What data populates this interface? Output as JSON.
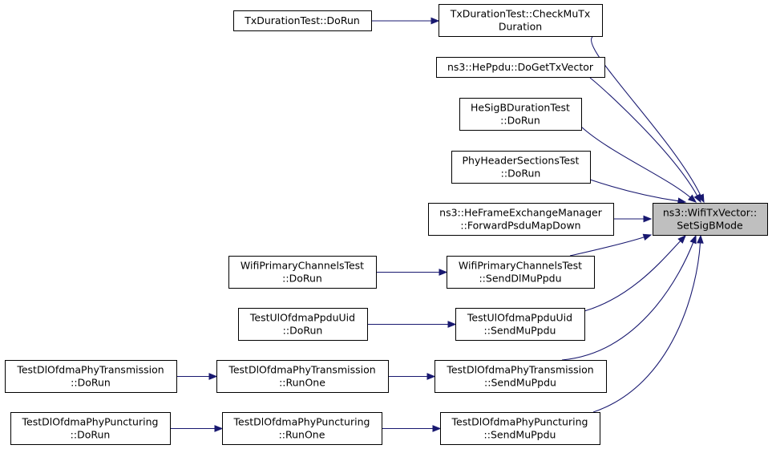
{
  "nodes": {
    "setsigbmode": [
      "ns3::WifiTxVector::",
      "SetSigBMode"
    ],
    "checkmutx": [
      "TxDurationTest::CheckMuTx",
      "Duration"
    ],
    "txdur_dorun": [
      "TxDurationTest::DoRun"
    ],
    "heppdu": [
      "ns3::HePpdu::DoGetTxVector"
    ],
    "hesigb": [
      "HeSigBDurationTest",
      "::DoRun"
    ],
    "phyheader": [
      "PhyHeaderSectionsTest",
      "::DoRun"
    ],
    "heframe": [
      "ns3::HeFrameExchangeManager",
      "::ForwardPsduMapDown"
    ],
    "wifiprim_send": [
      "WifiPrimaryChannelsTest",
      "::SendDlMuPpdu"
    ],
    "wifiprim_dorun": [
      "WifiPrimaryChannelsTest",
      "::DoRun"
    ],
    "ulofdma_send": [
      "TestUlOfdmaPpduUid",
      "::SendMuPpdu"
    ],
    "ulofdma_dorun": [
      "TestUlOfdmaPpduUid",
      "::DoRun"
    ],
    "dltx_send": [
      "TestDlOfdmaPhyTransmission",
      "::SendMuPpdu"
    ],
    "dltx_runone": [
      "TestDlOfdmaPhyTransmission",
      "::RunOne"
    ],
    "dltx_dorun": [
      "TestDlOfdmaPhyTransmission",
      "::DoRun"
    ],
    "dlpunc_send": [
      "TestDlOfdmaPhyPuncturing",
      "::SendMuPpdu"
    ],
    "dlpunc_runone": [
      "TestDlOfdmaPhyPuncturing",
      "::RunOne"
    ],
    "dlpunc_dorun": [
      "TestDlOfdmaPhyPuncturing",
      "::DoRun"
    ]
  },
  "edges": [
    [
      "checkmutx",
      "setsigbmode"
    ],
    [
      "heppdu",
      "setsigbmode"
    ],
    [
      "hesigb",
      "setsigbmode"
    ],
    [
      "phyheader",
      "setsigbmode"
    ],
    [
      "heframe",
      "setsigbmode"
    ],
    [
      "wifiprim_send",
      "setsigbmode"
    ],
    [
      "ulofdma_send",
      "setsigbmode"
    ],
    [
      "dltx_send",
      "setsigbmode"
    ],
    [
      "dlpunc_send",
      "setsigbmode"
    ],
    [
      "txdur_dorun",
      "checkmutx"
    ],
    [
      "wifiprim_dorun",
      "wifiprim_send"
    ],
    [
      "ulofdma_dorun",
      "ulofdma_send"
    ],
    [
      "dltx_runone",
      "dltx_send"
    ],
    [
      "dltx_dorun",
      "dltx_runone"
    ],
    [
      "dlpunc_runone",
      "dlpunc_send"
    ],
    [
      "dlpunc_dorun",
      "dlpunc_runone"
    ]
  ],
  "colors": {
    "edge": "#191970",
    "focus_fill": "#bfbfbf",
    "node_fill": "#ffffff",
    "node_border": "#000000"
  }
}
